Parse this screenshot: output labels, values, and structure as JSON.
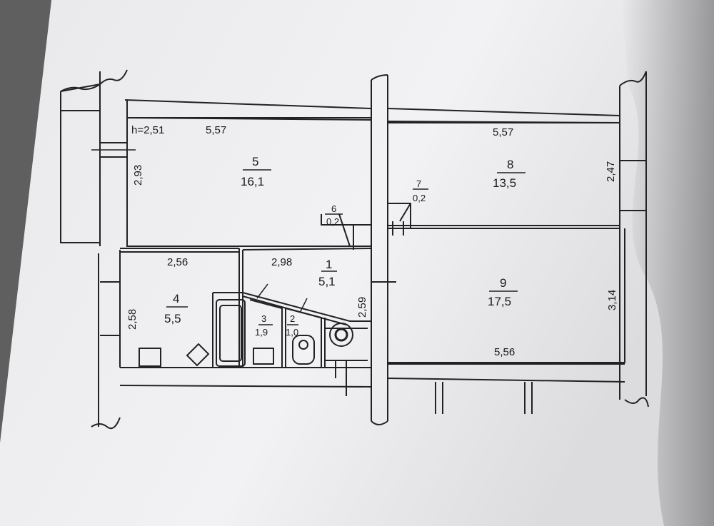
{
  "plan": {
    "ceiling_height": "h=2,51",
    "rooms": [
      {
        "id": "5",
        "area": "16,1"
      },
      {
        "id": "8",
        "area": "13,5"
      },
      {
        "id": "9",
        "area": "17,5"
      },
      {
        "id": "4",
        "area": "5,5"
      },
      {
        "id": "1",
        "area": "5,1"
      },
      {
        "id": "3",
        "area": "1,9"
      },
      {
        "id": "2",
        "area": "1,0"
      },
      {
        "id": "6",
        "area": "0,2"
      },
      {
        "id": "7",
        "area": "0,2"
      }
    ],
    "dimensions": {
      "room5_width": "5,57",
      "room5_height": "2,93",
      "room8_width": "5,57",
      "room8_height": "2,47",
      "room9_width": "5,56",
      "room9_height": "3,14",
      "room4_width": "2,56",
      "room4_height": "2,58",
      "hall_width": "2,98",
      "hall_height": "2,59"
    }
  }
}
